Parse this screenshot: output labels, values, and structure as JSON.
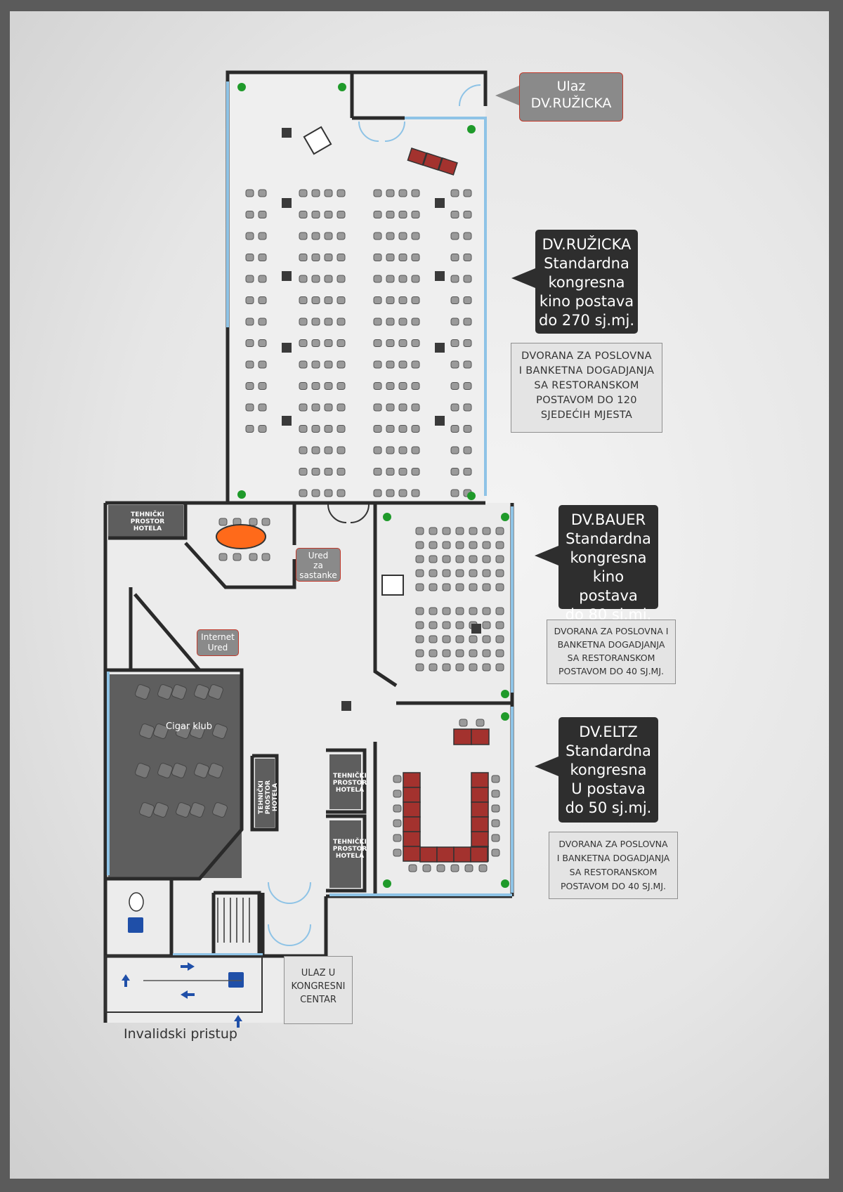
{
  "entry_tag": {
    "line1": "Ulaz",
    "line2": "DV.RUŽICKA"
  },
  "halls": [
    {
      "lines": [
        "DV.RUŽICKA",
        "Standardna",
        "kongresna",
        "kino postava",
        "do 270 sj.mj."
      ],
      "note": [
        "DVORANA ZA POSLOVNA",
        "I BANKETNA DOGADJANJA",
        "SA RESTORANSKOM",
        "POSTAVOM DO 120",
        "SJEDEĆIH MJESTA"
      ]
    },
    {
      "lines": [
        "DV.BAUER",
        "Standardna",
        "kongresna",
        "kino postava",
        "do 80 sj.mj."
      ],
      "note": [
        "DVORANA ZA POSLOVNA I",
        "BANKETNA DOGADJANJA",
        "SA RESTORANSKOM",
        "POSTAVOM DO 40 SJ.MJ."
      ]
    },
    {
      "lines": [
        "DV.ELTZ",
        "Standardna",
        "kongresna",
        "U postava",
        "do 50 sj.mj."
      ],
      "note": [
        "DVORANA ZA POSLOVNA",
        "I BANKETNA DOGADJANJA",
        "SA RESTORANSKOM",
        "POSTAVOM DO 40 SJ.MJ."
      ]
    }
  ],
  "rooms": {
    "tech_top": [
      "TEHNIČKI",
      "PROSTOR",
      "HOTELA"
    ],
    "meeting": [
      "Ured",
      "za",
      "sastanke"
    ],
    "internet": [
      "Internet",
      "Ured"
    ],
    "cigar": "Cigar klub",
    "tech_vertical": [
      "TEHNIČKI",
      "PROSTOR",
      "HOTELA"
    ],
    "tech_mid": [
      "TEHNIČKI",
      "PROSTOR",
      "HOTELA"
    ],
    "tech_low": [
      "TEHNIČKI",
      "PROSTOR",
      "HOTELA"
    ],
    "entrance": [
      "ULAZ U",
      "KONGRESNI",
      "CENTAR"
    ],
    "access": "Invalidski pristup"
  },
  "colors": {
    "wall": "#2a2a2a",
    "window": "#8ec3e6",
    "table_red": "#a3322e",
    "meeting_table": "#ff6a1a",
    "room_dark": "#5e5e5e",
    "plant": "#1f9a2a",
    "arrow": "#1f4fa8"
  },
  "icons": [
    "plant-icon",
    "chair-icon",
    "column-icon",
    "door-icon",
    "wheelchair-icon",
    "arrow-icon",
    "toilet-icon",
    "stairs-icon"
  ]
}
